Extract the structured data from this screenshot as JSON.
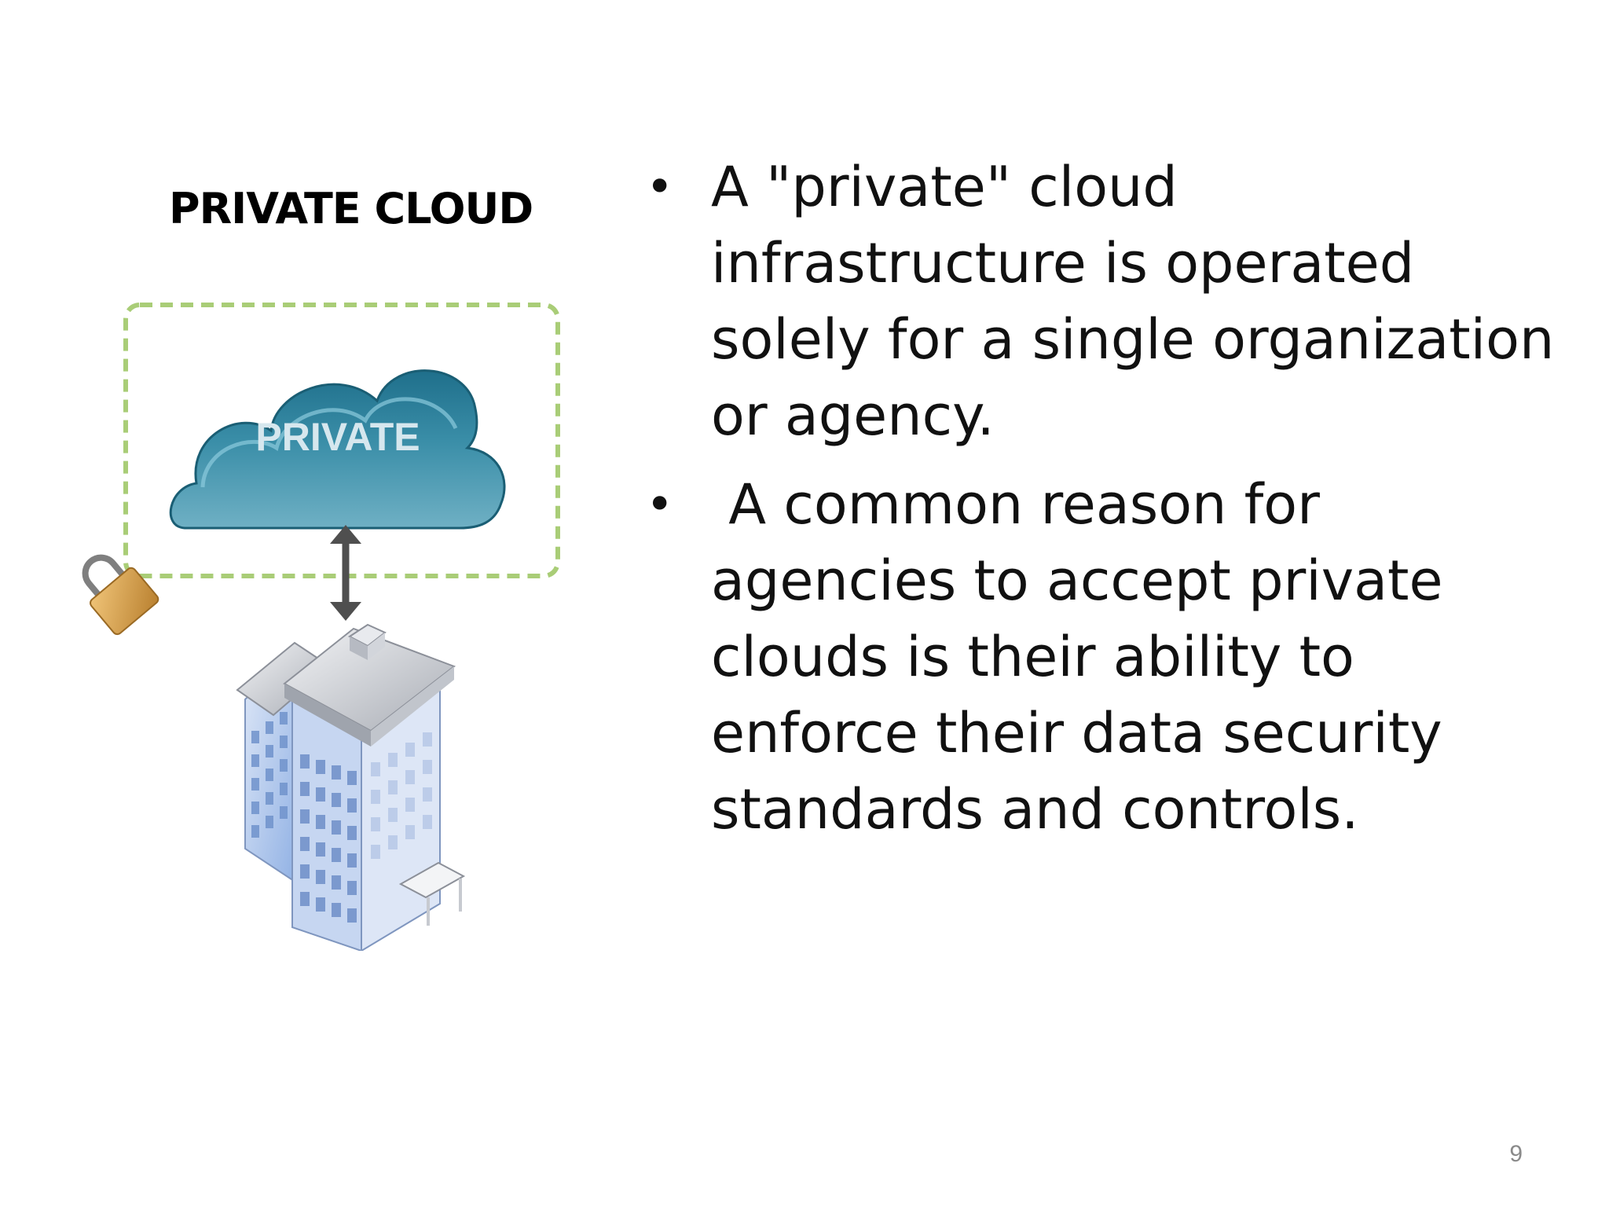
{
  "slide": {
    "diagram_title": "PRIVATE CLOUD",
    "cloud_label": "PRIVATE",
    "bullets": [
      {
        "text": "A \"private\" cloud infrastructure is operated solely for a single organization or agency."
      },
      {
        "text": " A common reason for agencies to accept private clouds is their ability to enforce their data security standards and controls."
      }
    ],
    "page_number": "9"
  },
  "icons": {
    "cloud": "cloud-icon",
    "lock": "padlock-icon",
    "arrow": "double-arrow-icon",
    "building": "office-building-icon"
  },
  "colors": {
    "cloud_fill": "#2f7f98",
    "boundary_dash": "#a9cd77",
    "lock": "#d9a24c",
    "building_glass": "#a9c3ec",
    "building_roof": "#c9ccd2"
  }
}
